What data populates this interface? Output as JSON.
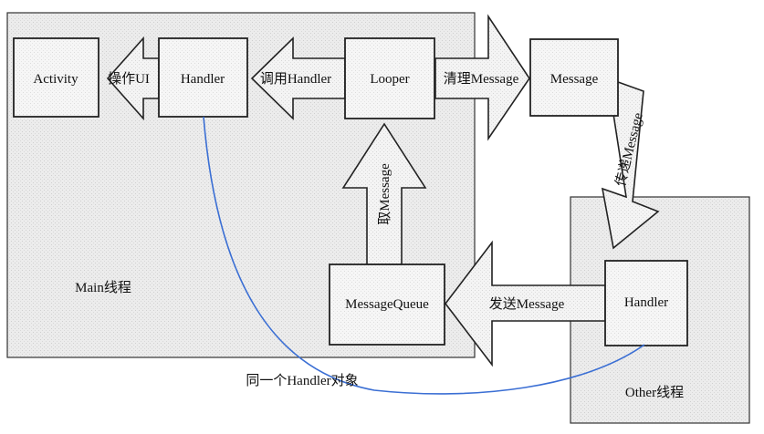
{
  "regions": {
    "main": "Main线程",
    "other": "Other线程"
  },
  "boxes": {
    "activity": "Activity",
    "handler_main": "Handler",
    "looper": "Looper",
    "message": "Message",
    "message_queue": "MessageQueue",
    "handler_other": "Handler"
  },
  "arrows": {
    "operate_ui": "操作UI",
    "call_handler": "调用Handler",
    "clean_message": "清理Message",
    "take_message": "取Message",
    "send_message": "发送Message",
    "pass_message": "传递Message"
  },
  "curve_label": "同一个Handler对象",
  "colors": {
    "region_fill": "#eeeeee",
    "box_fill": "#f7f7f7",
    "curve": "#3b6fd4",
    "stroke": "#222222"
  }
}
